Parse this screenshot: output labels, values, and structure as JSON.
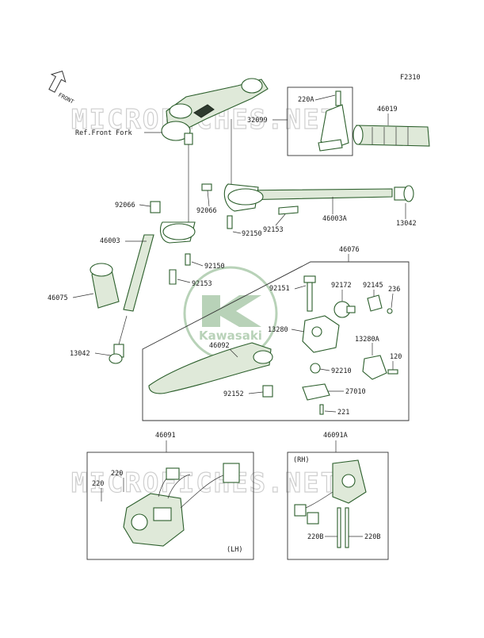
{
  "diagram": {
    "figure_code": "F2310",
    "front_arrow_label": "FRONT",
    "ref_label": "Ref.Front Fork",
    "watermark_text": "MICROFICHES.NET",
    "logo_text": "Kawasaki",
    "side_left": "(LH)",
    "side_right": "(RH)",
    "accent_color": "#3f7d3f",
    "parts": {
      "p220A": "220A",
      "p32099": "32099",
      "p46019": "46019",
      "p92066a": "92066",
      "p92066b": "92066",
      "p46003A": "46003A",
      "p13042a": "13042",
      "p46003": "46003",
      "p92150a": "92150",
      "p92153a": "92153",
      "p92150b": "92150",
      "p92153b": "92153",
      "p46075": "46075",
      "p46076": "46076",
      "p92151": "92151",
      "p92172": "92172",
      "p92145": "92145",
      "p236": "236",
      "p13280": "13280",
      "p46092": "46092",
      "p13280A": "13280A",
      "p120": "120",
      "p92210": "92210",
      "p13042b": "13042",
      "p92152": "92152",
      "p27010": "27010",
      "p221": "221",
      "p46091": "46091",
      "p46091A": "46091A",
      "p220a": "220",
      "p220b": "220",
      "p220Ba": "220B",
      "p220Bb": "220B"
    }
  }
}
